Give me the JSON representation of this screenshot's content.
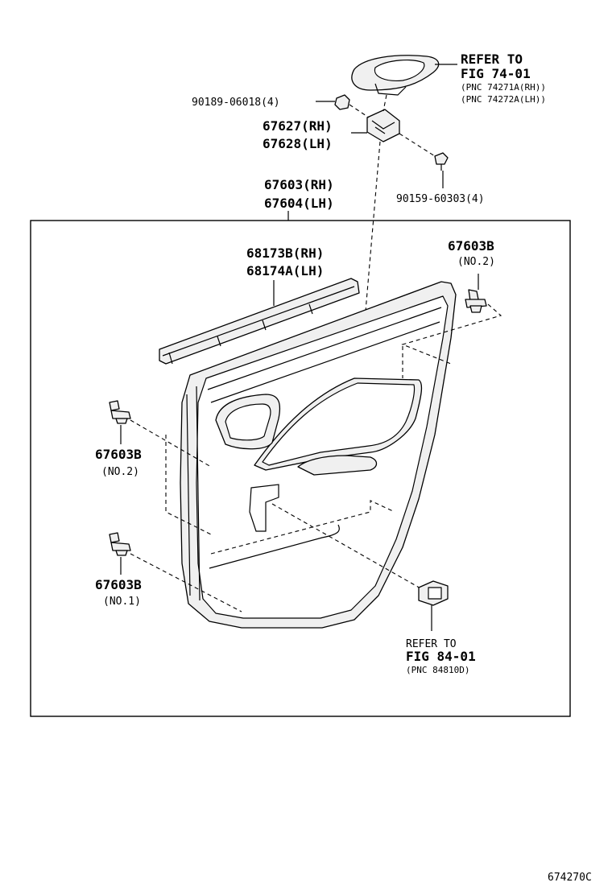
{
  "refer_top": {
    "line1": "REFER TO",
    "line2": "FIG 74-01",
    "line3": "(PNC 74271A(RH))",
    "line4": "(PNC 74272A(LH))"
  },
  "part_90189": "90189-06018(4)",
  "part_67627": "67627(RH)",
  "part_67628": "67628(LH)",
  "part_90159": "90159-60303(4)",
  "part_67603": "67603(RH)",
  "part_67604": "67604(LH)",
  "part_68173b": "68173B(RH)",
  "part_68174a": "68174A(LH)",
  "clip_right": {
    "code": "67603B",
    "note": "(NO.2)"
  },
  "clip_left_upper": {
    "code": "67603B",
    "note": "(NO.2)"
  },
  "clip_left_lower": {
    "code": "67603B",
    "note": "(NO.1)"
  },
  "refer_bottom": {
    "line1": "REFER TO",
    "line2": "FIG 84-01",
    "line3": "(PNC 84810D)"
  },
  "diagram_id": "674270C"
}
